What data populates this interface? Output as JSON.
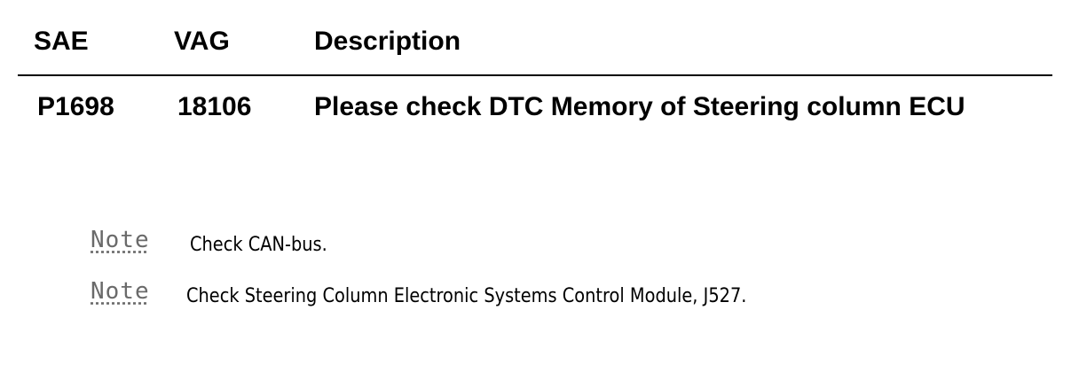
{
  "table": {
    "headers": {
      "sae": "SAE",
      "vag": "VAG",
      "description": "Description"
    },
    "rows": [
      {
        "sae": "P1698",
        "vag": "18106",
        "description": "Please check DTC Memory of Steering column ECU"
      }
    ]
  },
  "notes": [
    {
      "tag": "Note",
      "text": "Check CAN-bus."
    },
    {
      "tag": "Note",
      "text": "Check Steering Column Electronic Systems Control Module, J527."
    }
  ],
  "colors": {
    "text": "#000000",
    "note_tag": "#6a6a6a",
    "rule": "#000000"
  }
}
